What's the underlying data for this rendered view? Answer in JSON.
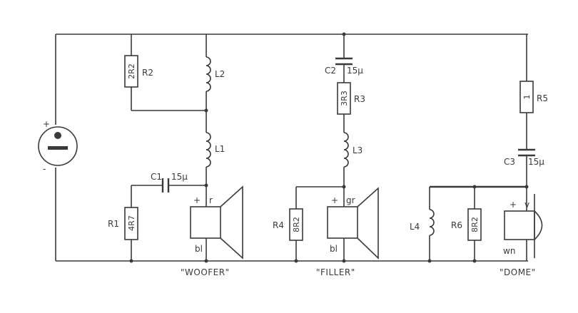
{
  "source": {
    "plus": "+",
    "minus": "-"
  },
  "components": {
    "r1": "R1",
    "r1_value": "4R7",
    "r2": "R2",
    "r2_value": "2R2",
    "r3": "R3",
    "r3_value": "3R3",
    "r4": "R4",
    "r4_value": "8R2",
    "r5": "R5",
    "r5_value": "1",
    "r6": "R6",
    "r6_value": "8R2",
    "l1": "L1",
    "l2": "L2",
    "l3": "L3",
    "l4": "L4",
    "c1": "C1",
    "c1_value": "15µ",
    "c2": "C2",
    "c2_value": "15µ",
    "c3": "C3",
    "c3_value": "15µ"
  },
  "speakers": {
    "woofer": {
      "caption": "\"WOOFER\"",
      "plus": "+",
      "top_wire": "r",
      "bottom_wire": "bl"
    },
    "filler": {
      "caption": "\"FILLER\"",
      "plus": "+",
      "top_wire": "gr",
      "bottom_wire": "bl"
    },
    "dome": {
      "caption": "\"DOME\"",
      "plus": "+",
      "top_wire": "v",
      "bottom_wire": "wn"
    }
  },
  "colors": {
    "ink": "#3a3a3a",
    "background": "#ffffff"
  }
}
